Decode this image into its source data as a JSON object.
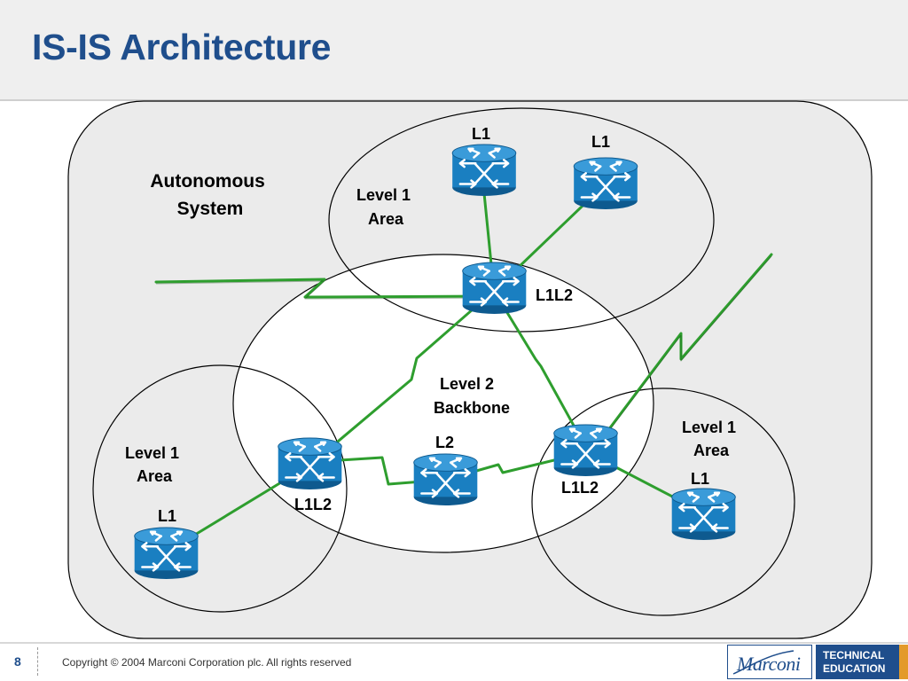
{
  "title": "IS-IS Architecture",
  "diagram": {
    "autonomous_system_label": [
      "Autonomous",
      "System"
    ],
    "level1_area_top": [
      "Level 1",
      "Area"
    ],
    "level1_area_left": [
      "Level 1",
      "Area"
    ],
    "level1_area_right": [
      "Level 1",
      "Area"
    ],
    "level2_backbone": [
      "Level 2",
      "Backbone"
    ],
    "routers": {
      "top_l1_a": "L1",
      "top_l1_b": "L1",
      "top_l1l2": "L1L2",
      "left_l1l2": "L1L2",
      "center_l2": "L2",
      "right_l1l2": "L1L2",
      "left_l1": "L1",
      "right_l1": "L1"
    },
    "icons": {
      "router": "router-icon"
    },
    "colors": {
      "link": "#2e9e2e",
      "router": "#1a7fc1",
      "area_fill": "#ebebeb",
      "title": "#1f4e8c"
    }
  },
  "footer": {
    "page_number": "8",
    "copyright": "Copyright © 2004 Marconi Corporation plc. All rights reserved",
    "logo": "Marconi",
    "tech_line1": "TECHNICAL",
    "tech_line2": "EDUCATION"
  }
}
